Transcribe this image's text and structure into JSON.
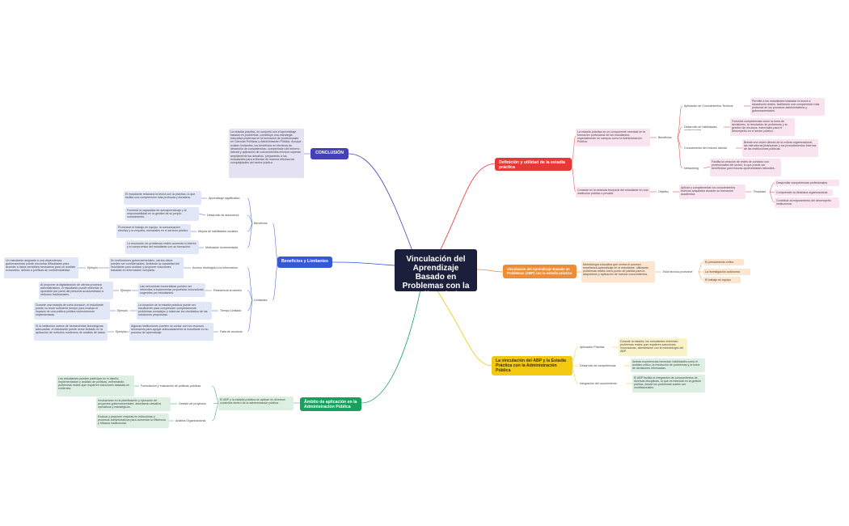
{
  "central": "Vinculación del Aprendizaje Basado en Problemas con la estadía práctica",
  "colors": {
    "red": "#e53935",
    "orange": "#f08c34",
    "yellow": "#f2c811",
    "green": "#17a05e",
    "blue": "#3558d6",
    "indigo": "#4640b8",
    "pink_bg": "#f9e3ee",
    "peach_bg": "#fde5cf",
    "cream_bg": "#fbf2c8",
    "mint_bg": "#dcefe2",
    "blue_bg": "#e2e7f7",
    "lav_bg": "#e4e1f3"
  },
  "definicion": {
    "title": "Definición y utilidad de la estadía práctica",
    "desc1": "La estadía práctica es un componente esencial en la formación profesional de los estudiantes, especialmente en campos como la Administración Pública.",
    "beneficios": "Beneficios",
    "b1": "Aplicación de Conocimientos Teóricos",
    "b1d": "Permite a los estudiantes trasladar la teoría a situaciones reales, facilitando una comprensión más profunda de los procesos administrativos y gubernamentales.",
    "b2": "Desarrollo de habilidades profesionales",
    "b2d": "Fomenta competencias como la toma de decisiones, la resolución de problemas y la gestión de recursos, esenciales para el desempeño en el sector público.",
    "b3": "Conocimiento del entorno laboral",
    "b3d": "Brinda una visión directa de la cultura organizacional, las estructuras jerárquicas y los procedimientos internos de las instituciones públicas.",
    "b4": "Networking",
    "b4d": "Facilita la creación de redes de contacto con profesionales del sector, lo que puede ser beneficioso para futuras oportunidades laborales.",
    "desc2": "Consiste en la estancia temporal del estudiante en una institución pública o privada",
    "objetivo": "Objetivo",
    "obj_d": "Aplicar y complementar los conocimientos teóricos adquiridos durante su formación académica",
    "finalidad": "Finalidad",
    "f1": "Desarrollar competencias profesionales",
    "f2": "Comprender la dinámica organizacional",
    "f3": "Contribuir al mejoramiento del desempeño institucional."
  },
  "vinculacion": {
    "title": "Vinculación del Aprendizaje Basado en Problemas (ABP) con la estadía práctica",
    "desc": "Metodología educativa que centra el proceso enseñanza-aprendizaje en el estudiante, utilizando problemas reales como punto de partida para la adquisición y aplicación de nuevos conocimientos.",
    "tecnica": "Esta técnica promueve",
    "t1": "El pensamiento crítico",
    "t2": "La investigación autónoma",
    "t3": "El trabajo en equipo"
  },
  "estadia": {
    "title": "La vinculación del ABP y la Estadía Práctica con la Administración Pública",
    "i1": "Aplicación Práctica",
    "i1d": "Durante la estadía, los estudiantes enfrentan problemas reales que requieren soluciones innovadoras, alineándose con la metodología del ABP.",
    "i2": "Desarrollo de competencias",
    "i2d": "Ambas experiencias fomentan habilidades como el análisis crítico, la resolución de problemas y la toma de decisiones informadas.",
    "i3": "Integración del conocimiento",
    "i3d": "El ABP facilita la integración de conocimientos de diversas disciplinas, lo que es esencial en la gestión pública, donde los problemas suelen ser multifactoriales."
  },
  "ambito": {
    "title": "Ámbito de aplicación en la Administración Pública",
    "desc": "El ABP y la estadía práctica se aplican en diversos contextos dentro de la administración pública.",
    "a1": "Formulación y evaluación de políticas públicas",
    "a1d": "Los estudiantes pueden participar en el diseño, implementación y análisis de políticas, enfrentando problemas reales que requieren soluciones basadas en evidencia.",
    "a2": "Gestión de proyectos",
    "a2d": "Involucrarse en la planificación y ejecución de proyectos gubernamentales, abordando desafíos operativos y estratégicos.",
    "a3": "Análisis Organizacional",
    "a3d": "Evaluar y proponer mejoras en estructuras y procesos administrativos para aumentar la eficiencia y eficacia institucional."
  },
  "beneficios_lim": {
    "title": "Beneficios y Limitantes",
    "beneficios": "Beneficios",
    "bn1": "Aprendizaje significativo",
    "bn1d": "El estudiante relaciona la teoría con la práctica, lo que facilita una comprensión más profunda y duradera.",
    "bn2": "Desarrollo de autonomía",
    "bn2d": "Fomenta la capacidad de autoaprendizaje y la responsabilidad en la gestión de su propio conocimiento.",
    "bn3": "Mejora de habilidades sociales",
    "bn3d": "Promueve el trabajo en equipo, la comunicación efectiva y la empatía, esenciales en el servicio público.",
    "bn4": "Motivación incrementada",
    "bn4d": "La resolución de problemas reales aumenta el interés y el compromiso del estudiante con su formación.",
    "limitantes": "Limitantes",
    "l1": "Acceso restringido a la información",
    "l1d": "En instituciones gubernamentales, ciertos datos pueden ser confidenciales, limitando la capacidad del estudiante para analizar y proponer soluciones basadas en información completa.",
    "ejemplo": "Ejemplo",
    "l1e": "Un estudiante asignado a una dependencia gubernamental puede encontrar dificultades para acceder a datos sensibles necesarios para un análisis exhaustivo, debido a políticas de confidencialidad.",
    "l2": "Resistencia al cambio",
    "l2d": "Las estructuras burocráticas pueden ser reticentes a implementar propuestas innovadoras sugeridas por estudiantes.",
    "l2e": "Al proponer la digitalización de ciertos procesos administrativos, el estudiante puede enfrentar la oposición por parte del personal acostumbrado a métodos tradicionales.",
    "l3": "Tiempo Limitado",
    "l3d": "La duración de la estadía práctica puede ser insuficiente para comprender completamente problemas complejos y observar los resultados de las soluciones propuestas.",
    "l3e": "Durante una estadía de corta duración, el estudiante puede no tener suficiente tiempo para evaluar el impacto de una política pública recientemente implementada.",
    "l4": "Falta de recursos",
    "l4d": "Algunas instituciones pueden no contar con los recursos necesarios para apoyar adecuadamente al estudiante en su proceso de aprendizaje.",
    "l4e": "Si la institución carece de herramientas tecnológicas adecuadas, el estudiante puede verse limitado en la aplicación de métodos modernos de análisis de datos."
  },
  "conclusion": {
    "title": "CONCLUSIÓN",
    "desc": "La estadía práctica, en conjunto con el aprendizaje basado en problemas, constituye una estrategia educativa poderosa en la formación de profesionales en Ciencias Políticas y Administración Pública. Aunque existen limitantes, los beneficios en términos de desarrollo de competencias, comprensión del entorno laboral y aplicación de conocimientos teóricos superan ampliamente los desafíos, preparando a los estudiantes para enfrentar de manera efectiva las complejidades del sector público."
  }
}
